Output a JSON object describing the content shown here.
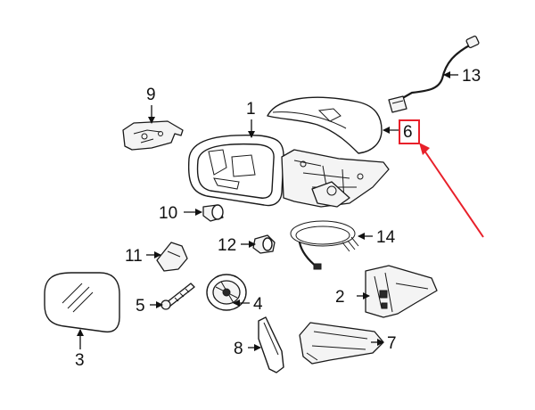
{
  "callouts": {
    "c1": "1",
    "c2": "2",
    "c3": "3",
    "c4": "4",
    "c5": "5",
    "c6": "6",
    "c7": "7",
    "c8": "8",
    "c9": "9",
    "c10": "10",
    "c11": "11",
    "c12": "12",
    "c13": "13",
    "c14": "14"
  },
  "highlight": {
    "target": "6",
    "color": "#e8202a"
  },
  "line_color": "#1a1a1a"
}
